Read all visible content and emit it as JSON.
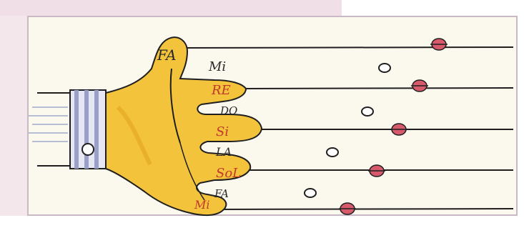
{
  "illustration": {
    "hand_labels": {
      "thumb": "FA",
      "index": "RE",
      "middle": "Si",
      "ring": "SoL",
      "pinky": "Mi"
    },
    "space_labels": [
      "Mi",
      "DO",
      "LA",
      "FA"
    ],
    "colors": {
      "hand": "#f3c33c",
      "hand_shadow": "#e2a51d",
      "cuff": "#e6e7f2",
      "cuff_stripe": "#9aa0c8",
      "note_red": "#d65a6b",
      "text_red": "#c0392b",
      "text_dark": "#2a2a2a",
      "staff_line": "#1f1f1f"
    }
  }
}
